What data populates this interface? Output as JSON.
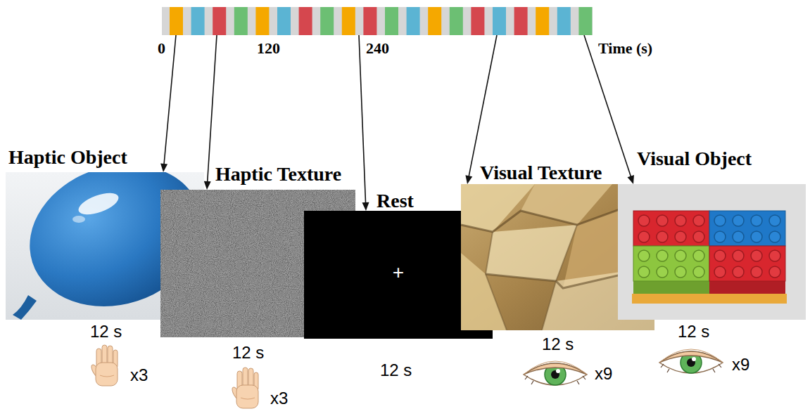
{
  "diagram": {
    "nodes": [
      {
        "text": [
          "0",
          "120",
          "240",
          "Time (s)"
        ]
      },
      {
        "text": [
          "Haptic Object",
          "12 s",
          "x3"
        ]
      },
      {
        "text": [
          "Haptic Texture",
          "12 s",
          "x3"
        ]
      },
      {
        "text": [
          "Rest",
          "+",
          "12 s"
        ]
      },
      {
        "text": [
          "Visual Texture",
          "12 s",
          "x9"
        ]
      },
      {
        "text": [
          "Visual Object",
          "12 s",
          "x9"
        ]
      }
    ],
    "edges": [
      {
        "from": 0,
        "to": 1,
        "arrow": "to"
      },
      {
        "from": 0,
        "to": 2,
        "arrow": "to"
      },
      {
        "from": 0,
        "to": 3,
        "arrow": "to"
      },
      {
        "from": 0,
        "to": 4,
        "arrow": "to"
      },
      {
        "from": 0,
        "to": 5,
        "arrow": "to"
      }
    ]
  }
}
